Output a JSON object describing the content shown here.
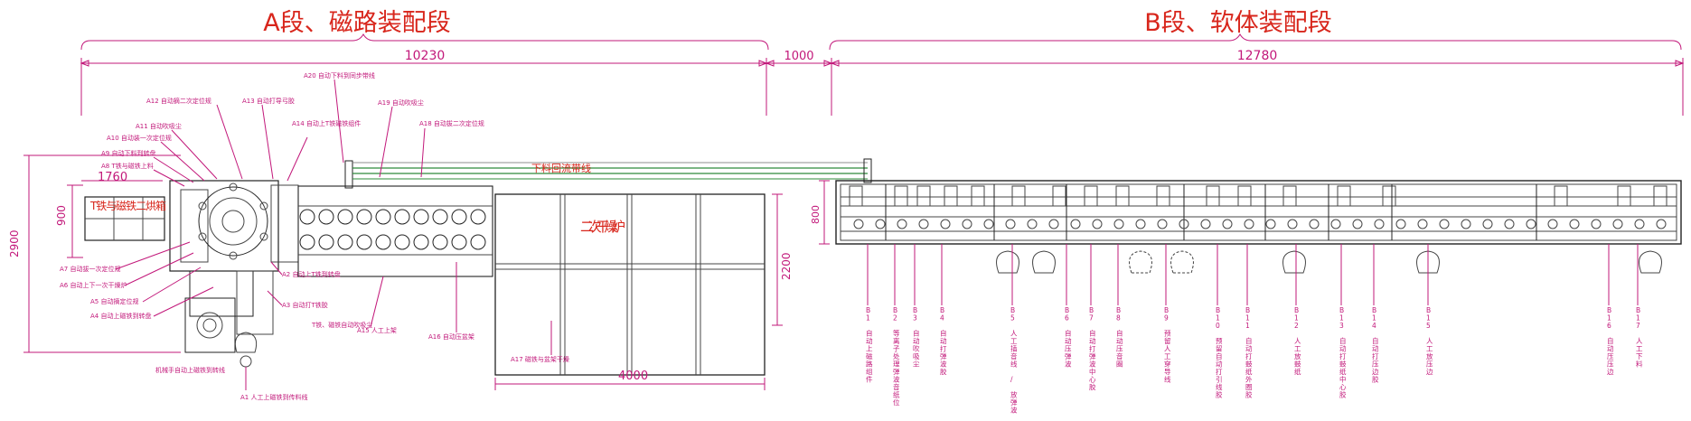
{
  "sections": {
    "a_title": "A段、磁路装配段",
    "b_title": "B段、软体装配段"
  },
  "dimensions": {
    "a_length": "10230",
    "gap": "1000",
    "b_length": "12780",
    "width_2900": "2900",
    "width_900": "900",
    "width_1760": "1760",
    "width_2200": "2200",
    "width_4000": "4000",
    "width_800": "800"
  },
  "boxes": {
    "magnet_box": "T铁与磁铁二烘箱",
    "dryer": "二次干燥炉",
    "conveyor": "下料回流带线"
  },
  "a_labels_top": [
    "A20 自动下料到同步带线",
    "A12 自动摘二次定位规",
    "A13 自动打导弓胶",
    "A11 自动吹吸尘",
    "A10 自动装一次定位规",
    "A9 自动下料到转盘",
    "A8 T铁与磁铁上料",
    "A14 自动上T铁磁铁组件",
    "A19 自动吹吸尘",
    "A18 自动拔二次定位规"
  ],
  "a_labels_left": [
    "A7 自动拔一次定位规",
    "A6 自动上下一次干燥炉",
    "A5 自动摘定位规",
    "A4 自动上磁铁到转盘"
  ],
  "a_labels_bottom": [
    "A2 自动上T铁到转盘",
    "A3 自动打T铁胶",
    "T铁、磁铁自动吹吸尘",
    "A15 人工上架",
    "A16 自动压盆架",
    "A17 磁铁与盆架干燥",
    "机械手自动上磁铁到转线",
    "A1 人工上磁铁到传料线"
  ],
  "b_labels": [
    "B1 自动上磁路组件",
    "B2 等离子处理弹波音纸位",
    "B3 自动吹吸尘",
    "B4 自动打弹波胶",
    "B5 人工插音线 / 放弹波",
    "B6 自动压弹波",
    "B7 自动打弹波中心胶",
    "B8 自动压音圈",
    "B9 预留人工穿导线",
    "B10 预留自动打引线胶",
    "B11 自动打鼓纸外圈胶",
    "B12 人工放鼓纸",
    "B13 自动打鼓纸中心胶",
    "B14 自动打压边胶",
    "B15 人工放压边",
    "B16 自动压压边",
    "B17 人工下料"
  ],
  "colors": {
    "accent": "#c2187a",
    "title": "#d8261c",
    "conveyor": "#2e8b3a"
  }
}
